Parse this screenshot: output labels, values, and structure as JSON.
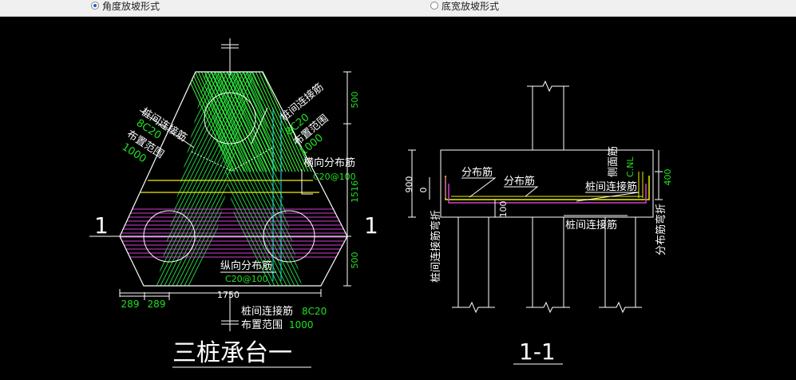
{
  "options": {
    "angle": {
      "label": "角度放坡形式",
      "selected": true
    },
    "base_width": {
      "label": "底宽放坡形式",
      "selected": false
    }
  },
  "plan": {
    "title": "三桩承台一",
    "section_mark": "1",
    "left_rebar_title": "桩间连接筋",
    "left_rebar_spec": "8C20",
    "left_range_title": "布置范围",
    "left_range_value": "1000",
    "right_rebar_title": "桩间连接筋",
    "right_rebar_spec": "8C20",
    "right_range_title": "布置范围",
    "right_range_value": "1000",
    "transverse_title": "横向分布筋",
    "transverse_spec": "C20@100",
    "longitudinal_title": "纵向分布筋",
    "longitudinal_spec": "C20@100",
    "bottom_rebar_title": "桩间连接筋",
    "bottom_rebar_spec": "8C20",
    "bottom_range_title": "布置范围",
    "bottom_range_value": "1000",
    "dim_500_top": "500",
    "dim_1516": "1516",
    "dim_500_bottom": "500",
    "dim_1750": "1750",
    "dim_289_a": "289",
    "dim_289_b": "289"
  },
  "section": {
    "title": "1-1",
    "distribution_1": "分布筋",
    "distribution_2": "分布筋",
    "side_face": "侧面筋",
    "side_spec": "C.NL",
    "pile_link_1": "桩间连接筋",
    "pile_link_2": "桩间连接筋",
    "pile_link_bend": "桩间连接筋弯折",
    "distribution_bend": "分布筋弯折",
    "dim_900": "900",
    "dim_0": "0",
    "dim_400": "400",
    "dim_100": "100"
  }
}
